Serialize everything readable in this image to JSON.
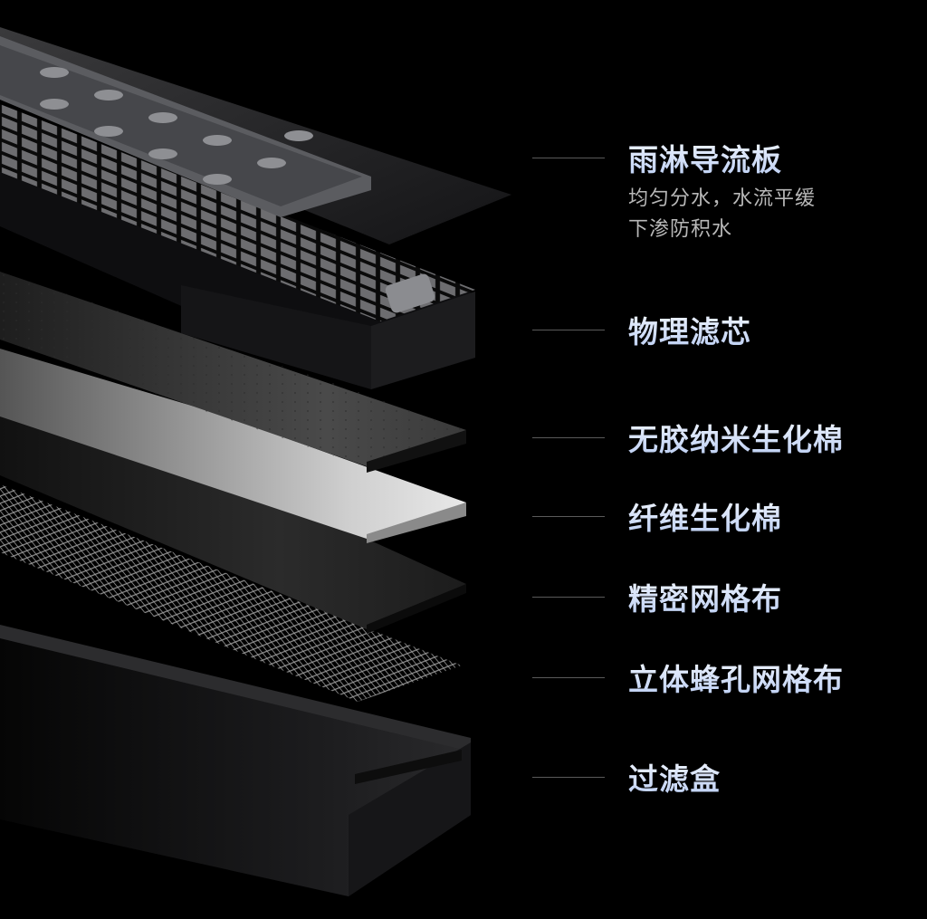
{
  "layers": [
    {
      "id": "rain-guide",
      "label": "雨淋导流板"
    },
    {
      "id": "physical-filter",
      "label": "物理滤芯"
    },
    {
      "id": "nano-cotton",
      "label": "无胶纳米生化棉"
    },
    {
      "id": "fiber-cotton",
      "label": "纤维生化棉"
    },
    {
      "id": "precision-mesh",
      "label": "精密网格布"
    },
    {
      "id": "honeycomb-mesh",
      "label": "立体蜂孔网格布"
    },
    {
      "id": "filter-box",
      "label": "过滤盒"
    }
  ],
  "rain_guide_desc": [
    "均匀分水，水流平缓",
    "下渗防积水"
  ]
}
